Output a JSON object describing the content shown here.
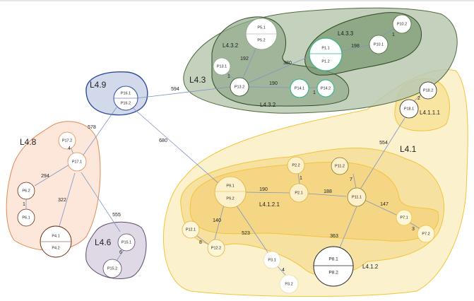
{
  "colors": {
    "green": "#8aa585",
    "olive": "#4f6b3a",
    "yellow": "#f2c43a",
    "orange": "#e08a52",
    "blue": "#2f4d9b",
    "purple": "#5e4a70",
    "edge": "#7f95c4",
    "teal": "#2fb884"
  },
  "groups": {
    "l4_3": "L4.3",
    "l4_3_2_top": "L4.3.2",
    "l4_3_2_bottom": "L4.3.2",
    "l4_3_3": "L4.3.3",
    "l4_9": "L4.9",
    "l4_8": "L4.8",
    "l4_6": "L4.6",
    "l4_1": "L4.1",
    "l4_1_2_1": "L4.1.2.1",
    "l4_1_2": "L4.1.2",
    "l4_1_1_1": "L4.1.1.1"
  },
  "nodes": {
    "p5": [
      "P5.1",
      "P5.2"
    ],
    "p1": [
      "P1.1",
      "P1.2"
    ],
    "p10_2": "P10.2",
    "p10_1": "P10.1",
    "p13_1": "P13.1",
    "p13_2": "P13.2",
    "p14_1": "P14.1",
    "p14_2": "P14.2",
    "p16": [
      "P16.1",
      "P16.2"
    ],
    "p17_2": "P17.2",
    "p17_1": "P17.1",
    "p6_2": "P6.2",
    "p6_1": "P6.1",
    "p4": [
      "P4.1",
      "P4.2"
    ],
    "p15_1": "P15.1",
    "p15_2": "P15.2",
    "p18_2": "P18.2",
    "p18_1": "P18.1",
    "p9": [
      "P9.1",
      "P9.2"
    ],
    "p2_2": "P2.2",
    "p2_1": "P2.1",
    "p11_2": "P11.2",
    "p11_1": "P11.1",
    "p7_1": "P7.1",
    "p7_2": "P7.2",
    "p12_1": "P12.1",
    "p12_2": "P12.2",
    "p3_1": "P3.1",
    "p3_2": "P3.2",
    "p8": [
      "P8.1",
      "P8.2"
    ]
  },
  "edges": {
    "e594": "594",
    "e680": "680",
    "e578": "578",
    "e192": "192",
    "e380": "380",
    "e198": "198",
    "e190a": "190",
    "e1a": "1",
    "e1b": "1",
    "e1c": "1",
    "e4": "4",
    "e294": "294",
    "e322": "322",
    "e1d": "1",
    "e555": "555",
    "e6": "6",
    "e2": "2",
    "e554": "554",
    "e190b": "190",
    "e188": "188",
    "e1e": "1",
    "e7": "7",
    "e147": "147",
    "e3": "3",
    "e140": "140",
    "e8": "8",
    "e523": "523",
    "e4b": "4",
    "e363": "363"
  }
}
